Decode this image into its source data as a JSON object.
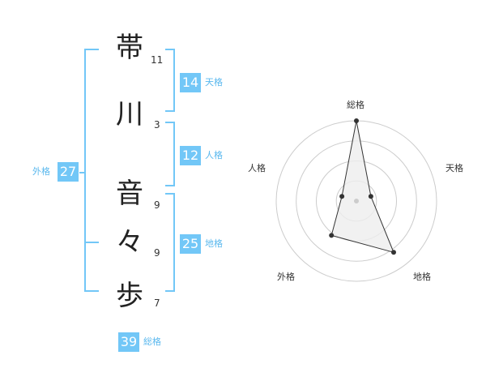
{
  "name_chars": [
    {
      "char": "帯",
      "strokes": "11"
    },
    {
      "char": "川",
      "strokes": "3"
    },
    {
      "char": "音",
      "strokes": "9"
    },
    {
      "char": "々",
      "strokes": "9"
    },
    {
      "char": "歩",
      "strokes": "7"
    }
  ],
  "kaku": {
    "tenkaku": {
      "value": "14",
      "label": "天格"
    },
    "jinkaku": {
      "value": "12",
      "label": "人格"
    },
    "chikaku": {
      "value": "25",
      "label": "地格"
    },
    "gaikaku": {
      "value": "27",
      "label": "外格"
    },
    "soukaku": {
      "value": "39",
      "label": "総格"
    }
  },
  "radar": {
    "labels": {
      "soukaku": "総格",
      "tenkaku": "天格",
      "chikaku": "地格",
      "gaikaku": "外格",
      "jinkaku": "人格"
    },
    "levels": 4,
    "values": {
      "soukaku": 1.0,
      "tenkaku": 0.19,
      "chikaku": 0.79,
      "gaikaku": 0.53,
      "jinkaku": 0.19
    },
    "colors": {
      "grid": "#cccccc",
      "fill": "#eeeeee",
      "stroke": "#333333",
      "point": "#333333",
      "center": "#cccccc"
    }
  },
  "colors": {
    "accent": "#72c7f7",
    "accent_text": "#5ab8ee"
  }
}
